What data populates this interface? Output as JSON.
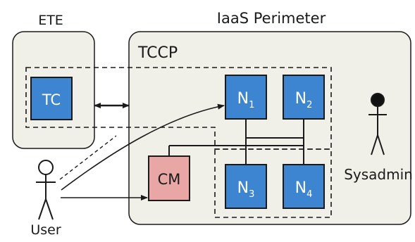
{
  "labels": {
    "ete": "ETE",
    "iaas_perimeter": "IaaS Perimeter",
    "tccp": "TCCP",
    "tc": "TC",
    "cm": "CM",
    "sysadmin": "Sysadmin",
    "user": "User"
  },
  "nodes": [
    {
      "base": "N",
      "sub": "1"
    },
    {
      "base": "N",
      "sub": "2"
    },
    {
      "base": "N",
      "sub": "3"
    },
    {
      "base": "N",
      "sub": "4"
    }
  ],
  "colors": {
    "node_fill": "#3D85D1",
    "cm_fill": "#E8A6A4",
    "region_fill": "#F0EFE8",
    "stroke": "#1a1a1a"
  }
}
